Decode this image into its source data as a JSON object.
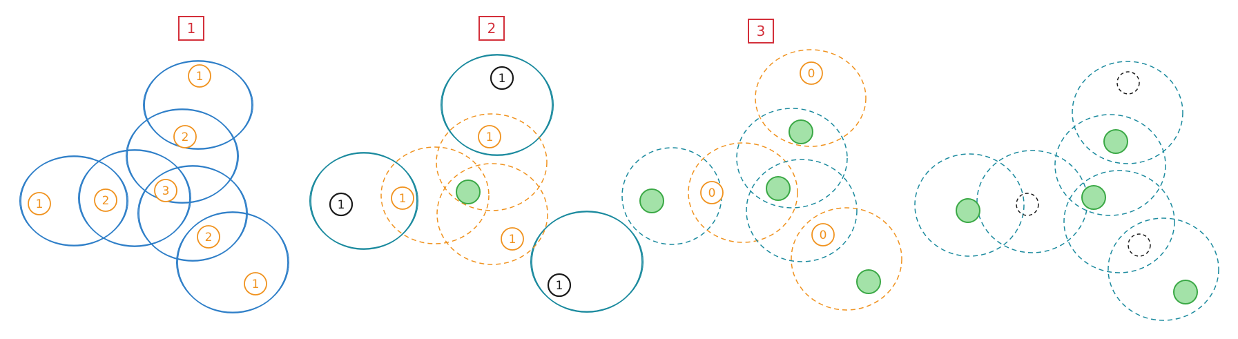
{
  "colors": {
    "blue": "#2f7fc8",
    "teal": "#1b8a9e",
    "orange": "#f0921e",
    "black": "#1a1a1a",
    "green_fill": "#a3e2a8",
    "green_stroke": "#3aa845",
    "label_red": "#d32f3a"
  },
  "panels": [
    {
      "label": "1",
      "big_circles": [
        {
          "style": "solid-blue"
        },
        {
          "style": "solid-blue"
        },
        {
          "style": "solid-blue"
        },
        {
          "style": "solid-blue"
        },
        {
          "style": "solid-blue"
        },
        {
          "style": "solid-blue"
        }
      ],
      "markers": [
        {
          "kind": "count",
          "color": "orange",
          "text": "1"
        },
        {
          "kind": "count",
          "color": "orange",
          "text": "2"
        },
        {
          "kind": "count",
          "color": "orange",
          "text": "3"
        },
        {
          "kind": "count",
          "color": "orange",
          "text": "1"
        },
        {
          "kind": "count",
          "color": "orange",
          "text": "2"
        },
        {
          "kind": "count",
          "color": "orange",
          "text": "2"
        },
        {
          "kind": "count",
          "color": "orange",
          "text": "1"
        }
      ]
    },
    {
      "label": "2",
      "big_circles": [
        {
          "style": "solid-teal"
        },
        {
          "style": "solid-teal"
        },
        {
          "style": "solid-teal"
        },
        {
          "style": "dashed-orange"
        },
        {
          "style": "dashed-orange"
        },
        {
          "style": "dashed-orange"
        }
      ],
      "markers": [
        {
          "kind": "count",
          "color": "black",
          "text": "1"
        },
        {
          "kind": "count",
          "color": "orange",
          "text": "1"
        },
        {
          "kind": "filled"
        },
        {
          "kind": "count",
          "color": "black",
          "text": "1"
        },
        {
          "kind": "count",
          "color": "orange",
          "text": "1"
        },
        {
          "kind": "count",
          "color": "orange",
          "text": "1"
        },
        {
          "kind": "count",
          "color": "black",
          "text": "1"
        }
      ]
    },
    {
      "label": "3",
      "big_circles": [
        {
          "style": "dashed-orange"
        },
        {
          "style": "dashed-teal"
        },
        {
          "style": "dashed-teal"
        },
        {
          "style": "dashed-orange"
        },
        {
          "style": "dashed-teal"
        },
        {
          "style": "dashed-orange"
        }
      ],
      "markers": [
        {
          "kind": "count",
          "color": "orange",
          "text": "0"
        },
        {
          "kind": "filled"
        },
        {
          "kind": "filled"
        },
        {
          "kind": "filled"
        },
        {
          "kind": "count",
          "color": "orange",
          "text": "0"
        },
        {
          "kind": "count",
          "color": "orange",
          "text": "0"
        },
        {
          "kind": "filled"
        }
      ]
    },
    {
      "label": "",
      "big_circles": [
        {
          "style": "dashed-teal"
        },
        {
          "style": "dashed-teal"
        },
        {
          "style": "dashed-teal"
        },
        {
          "style": "dashed-teal"
        },
        {
          "style": "dashed-teal"
        },
        {
          "style": "dashed-teal"
        }
      ],
      "markers": [
        {
          "kind": "empty-dashed"
        },
        {
          "kind": "filled"
        },
        {
          "kind": "filled"
        },
        {
          "kind": "filled"
        },
        {
          "kind": "empty-dashed"
        },
        {
          "kind": "empty-dashed"
        },
        {
          "kind": "filled"
        }
      ]
    }
  ]
}
